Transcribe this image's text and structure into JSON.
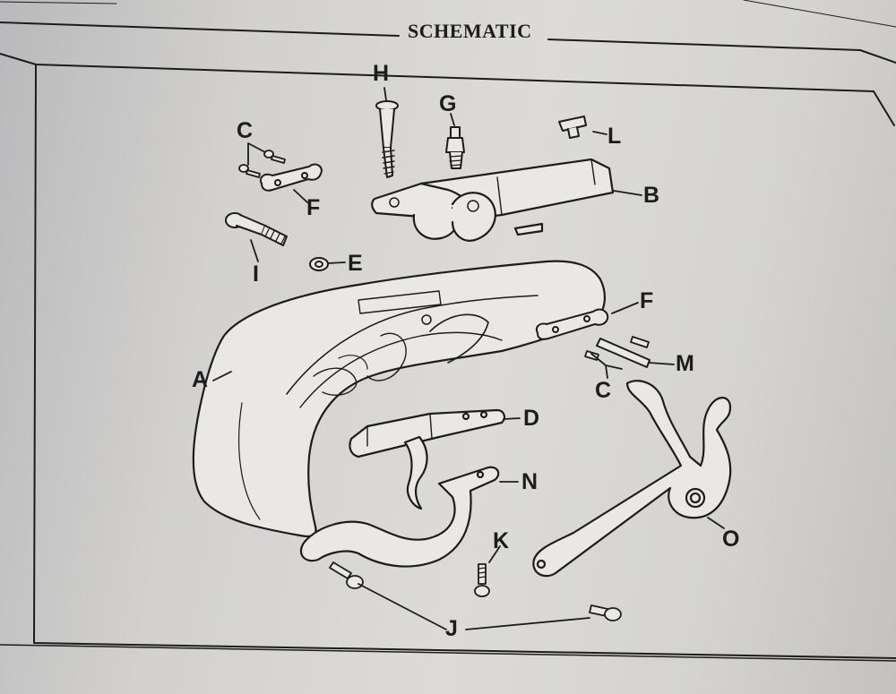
{
  "header": {
    "title": "SCHEMATIC"
  },
  "labels": {
    "A": "A",
    "B": "B",
    "C_top": "C",
    "C_right": "C",
    "D": "D",
    "E": "E",
    "F_top": "F",
    "F_right": "F",
    "G": "G",
    "H": "H",
    "I": "I",
    "J": "J",
    "K": "K",
    "L": "L",
    "M": "M",
    "N": "N",
    "O": "O"
  },
  "colors": {
    "ink": "#1c1c1c",
    "paper": "#d6d5d2",
    "part_fill": "#e9e8e5"
  }
}
